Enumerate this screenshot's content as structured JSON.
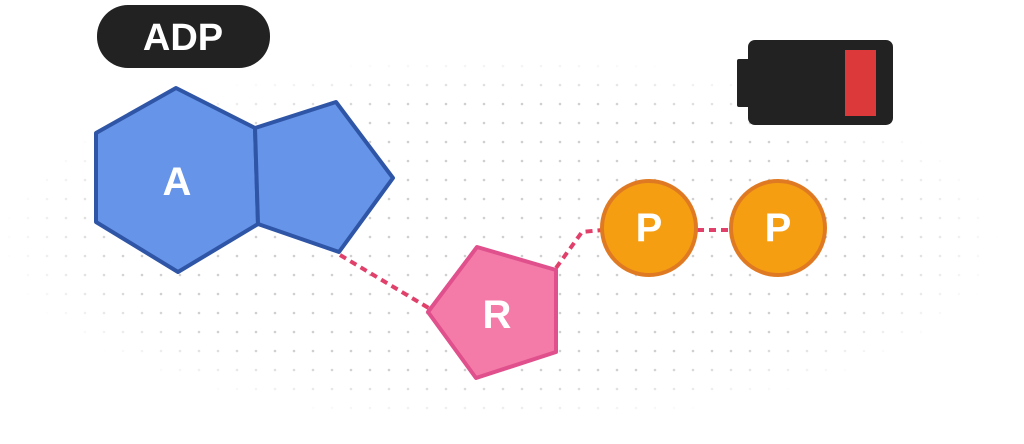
{
  "title": "ADP",
  "adenine_label": "A",
  "ribose_label": "R",
  "phosphates": [
    {
      "label": "P"
    },
    {
      "label": "P"
    }
  ],
  "battery_level": 0.2,
  "colors": {
    "adenine_fill": "#6694E8",
    "adenine_stroke": "#2F55A6",
    "ribose_fill": "#F47BA8",
    "ribose_stroke": "#E0508C",
    "phosphate_fill": "#F59E12",
    "phosphate_stroke": "#E07A22",
    "bond": "#E0406A",
    "battery_body": "#222222",
    "battery_charge": "#DC3A3A",
    "title_bg": "#222222"
  }
}
